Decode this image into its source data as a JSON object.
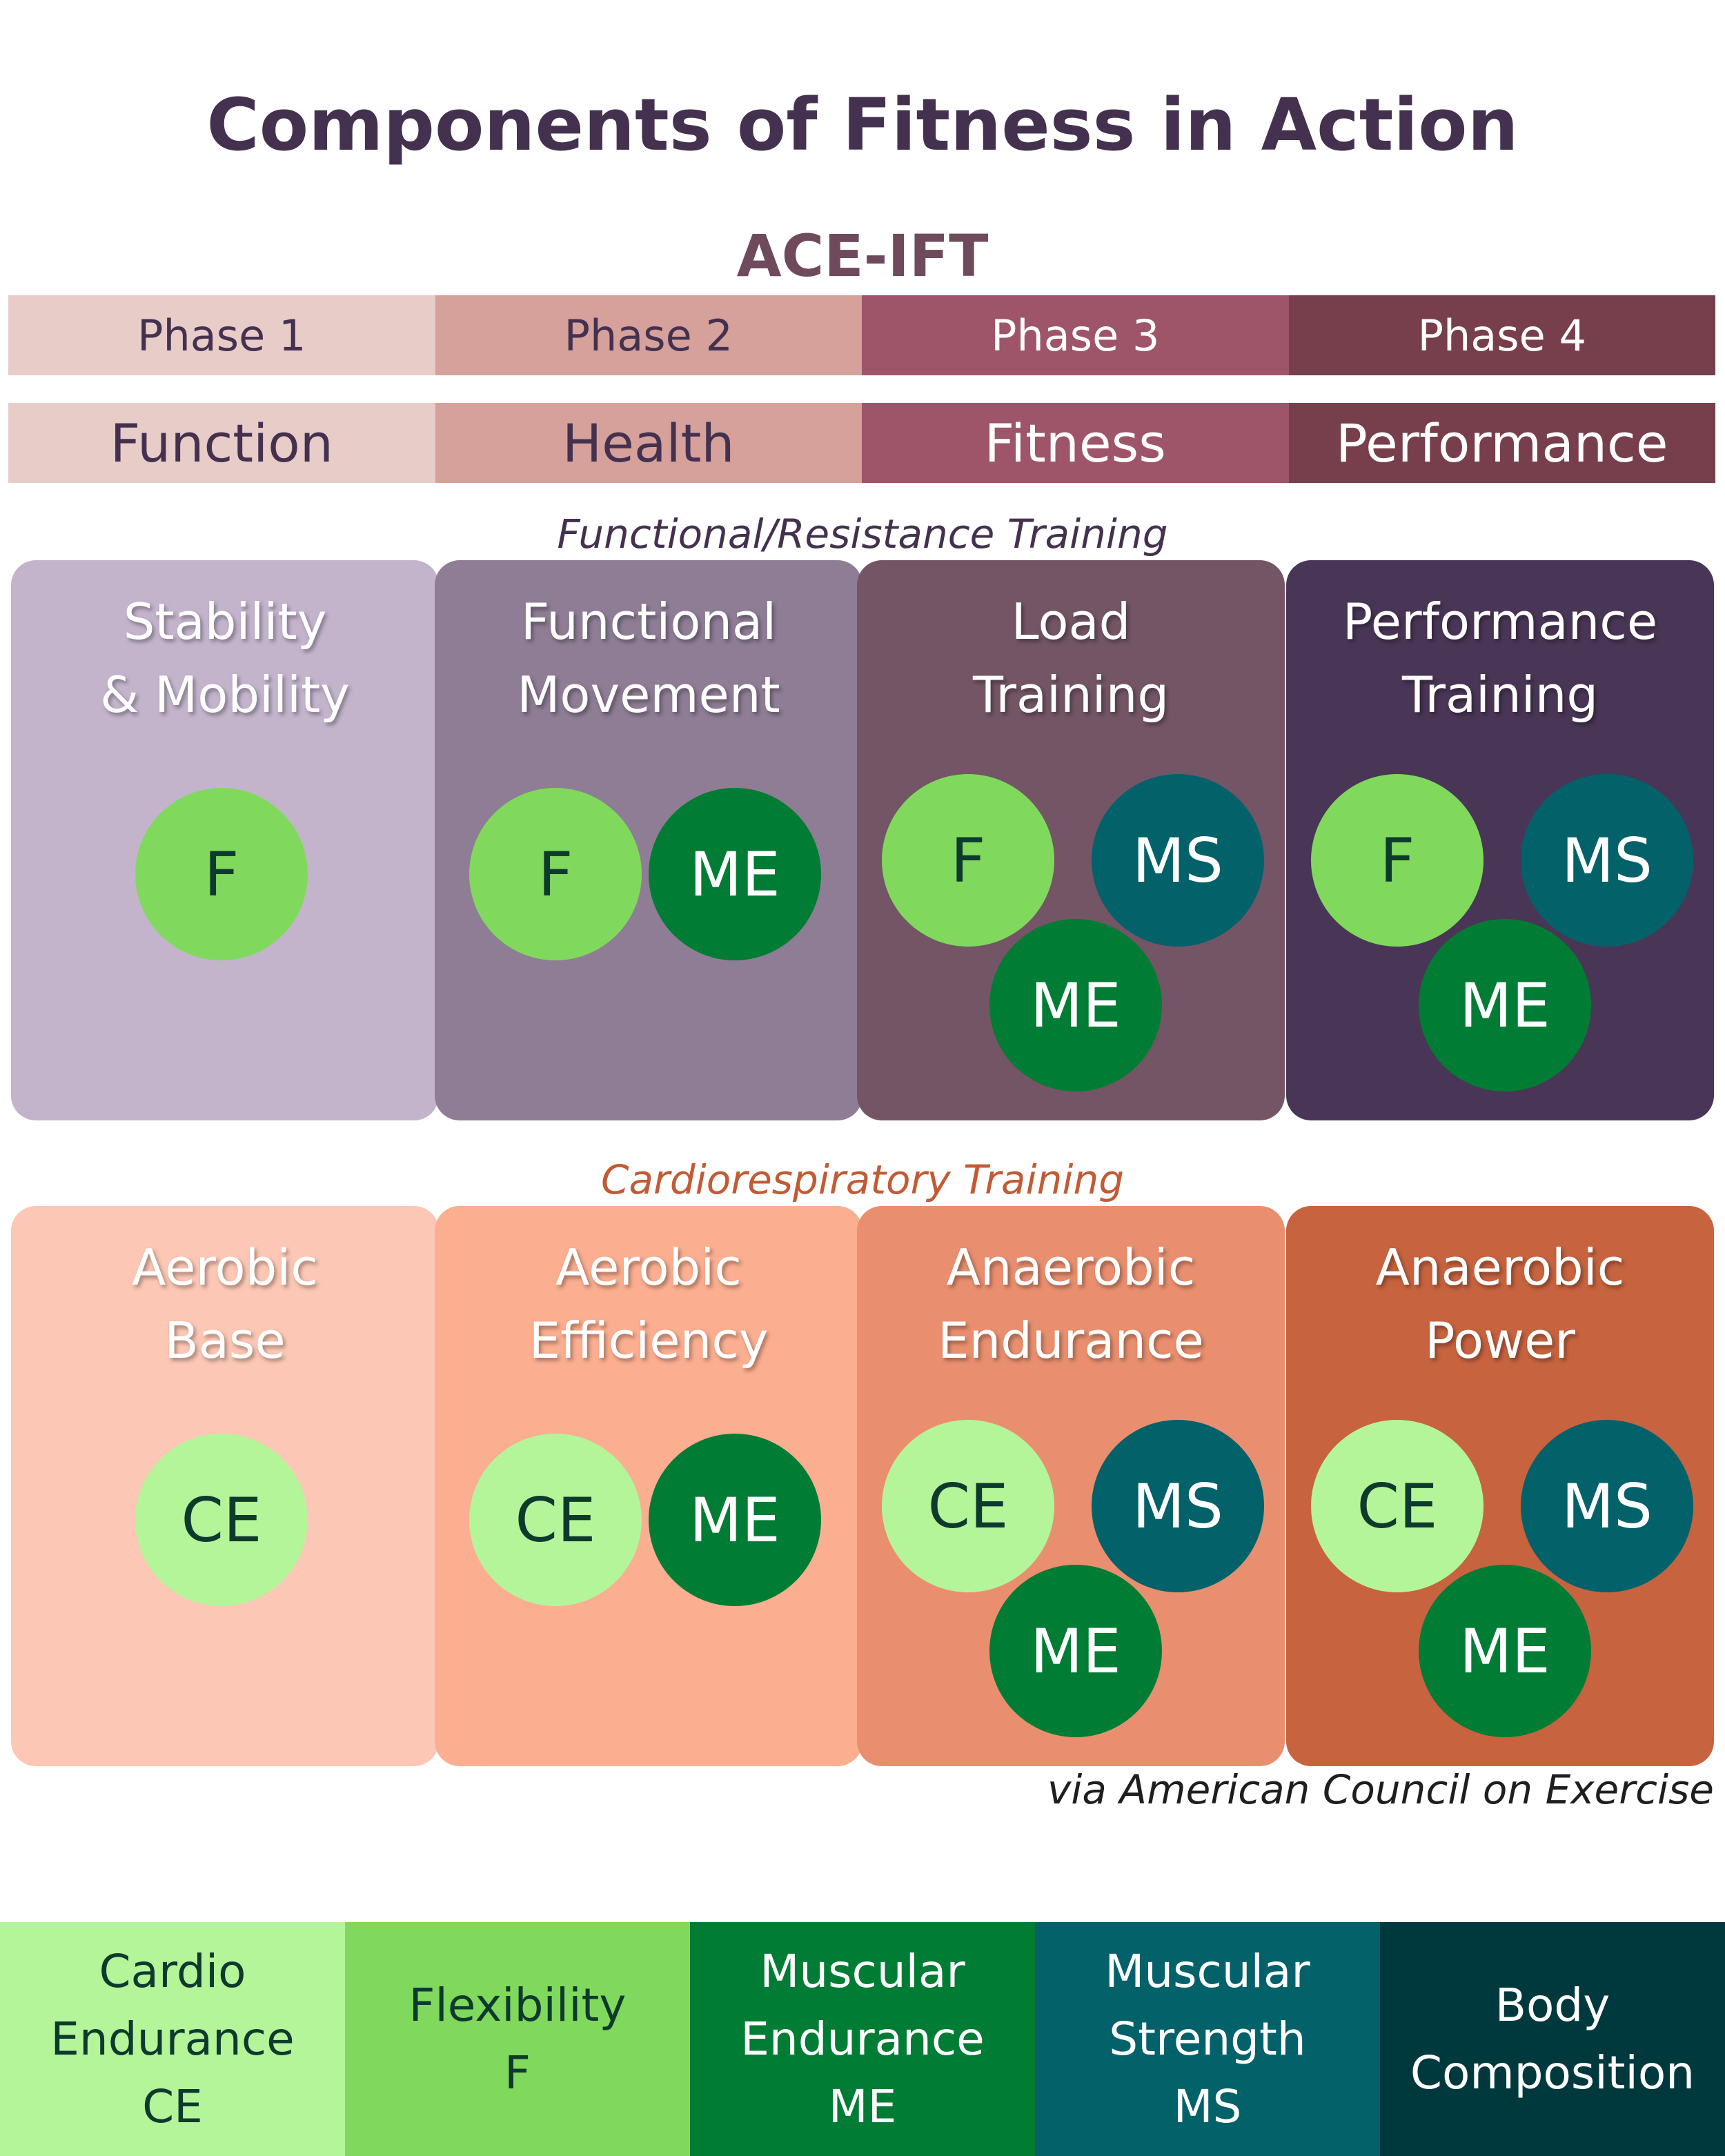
{
  "title": "Components of Fitness in Action",
  "subtitle": "ACE-IFT",
  "colors": {
    "ce": "#b5f59a",
    "f": "#80d95c",
    "me": "#007c34",
    "ms": "#03616a",
    "bc": "#00393d",
    "title": "#44314f",
    "cardio_accent": "#c25b35"
  },
  "phases": [
    {
      "label": "Phase 1",
      "goal": "Function",
      "bg": "#e8ccc8",
      "fg": "#44314f"
    },
    {
      "label": "Phase 2",
      "goal": "Health",
      "bg": "#d6a19b",
      "fg": "#44314f"
    },
    {
      "label": "Phase 3",
      "goal": "Fitness",
      "bg": "#9e5469",
      "fg": "#ffffff"
    },
    {
      "label": "Phase 4",
      "goal": "Performance",
      "bg": "#773e4b",
      "fg": "#ffffff"
    }
  ],
  "resistance": {
    "label": "Functional/Resistance Training",
    "cards": [
      {
        "title": "Stability\n& Mobility",
        "bg": "#c3b4cc",
        "components": [
          "F"
        ]
      },
      {
        "title": "Functional\nMovement",
        "bg": "#8e7d95",
        "components": [
          "F",
          "ME"
        ]
      },
      {
        "title": "Load\nTraining",
        "bg": "#735566",
        "components": [
          "F",
          "MS",
          "ME"
        ]
      },
      {
        "title": "Performance\nTraining",
        "bg": "#493656",
        "components": [
          "F",
          "MS",
          "ME"
        ]
      }
    ]
  },
  "cardio": {
    "label": "Cardiorespiratory Training",
    "cards": [
      {
        "title": "Aerobic\nBase",
        "bg": "#fcc7b4",
        "components": [
          "CE"
        ]
      },
      {
        "title": "Aerobic\nEfficiency",
        "bg": "#fbae90",
        "components": [
          "CE",
          "ME"
        ]
      },
      {
        "title": "Anaerobic\nEndurance",
        "bg": "#e98f6f",
        "components": [
          "CE",
          "MS",
          "ME"
        ]
      },
      {
        "title": "Anaerobic\nPower",
        "bg": "#c7633f",
        "components": [
          "CE",
          "MS",
          "ME"
        ]
      }
    ]
  },
  "source": "via American Council on Exercise",
  "legend": [
    {
      "lines": [
        "Cardio",
        "Endurance",
        "CE"
      ],
      "bg": "#b5f59a",
      "fg": "#0e3a2e"
    },
    {
      "lines": [
        "Flexibility",
        "F"
      ],
      "bg": "#80d95c",
      "fg": "#0e3a2e"
    },
    {
      "lines": [
        "Muscular",
        "Endurance",
        "ME"
      ],
      "bg": "#007c34",
      "fg": "#ffffff"
    },
    {
      "lines": [
        "Muscular",
        "Strength",
        "MS"
      ],
      "bg": "#03616a",
      "fg": "#ffffff"
    },
    {
      "lines": [
        "Body",
        "Composition"
      ],
      "bg": "#00393d",
      "fg": "#ffffff"
    }
  ]
}
